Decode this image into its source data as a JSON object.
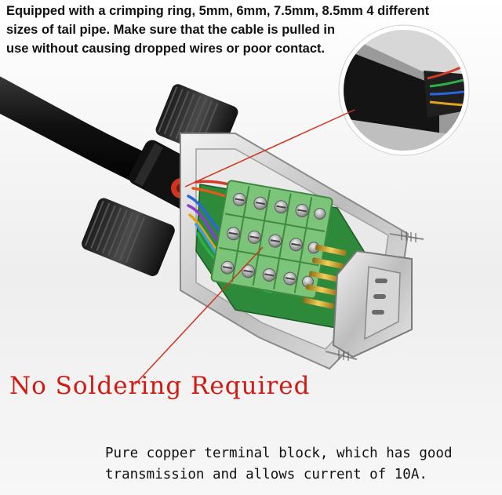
{
  "top_caption": {
    "line1": "Equipped with a crimping ring, 5mm, 6mm, 7.5mm, 8.5mm 4 different",
    "line2": "sizes of tail pipe. Make sure that the cable is pulled in",
    "line3": "use without causing dropped wires or poor contact."
  },
  "headline": "No Soldering Required",
  "bottom_caption": {
    "line1": "Pure copper terminal block, which has good",
    "line2": "transmission and allows current of 10A."
  },
  "colors": {
    "headline": "#d01a12",
    "terminal_block": "#7cc47a",
    "pcb": "#2c8a3a",
    "pointer": "#d0341c"
  }
}
